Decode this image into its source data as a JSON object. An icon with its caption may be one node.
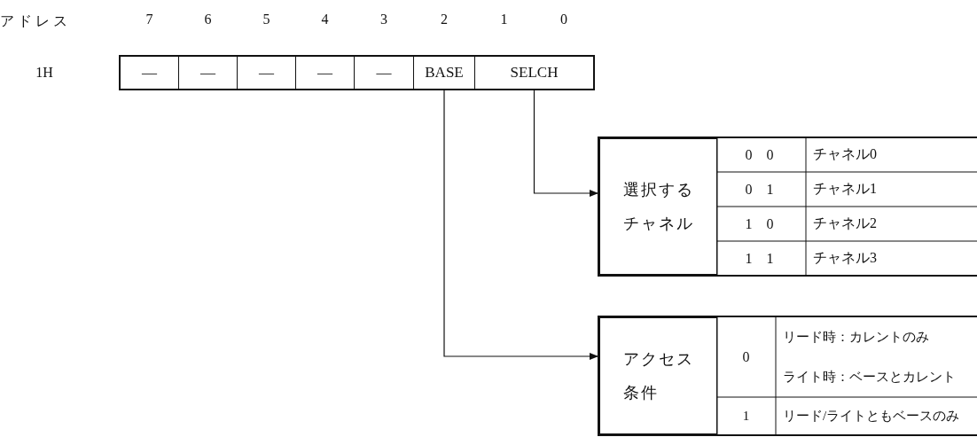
{
  "diagram": {
    "nodes": [
      {
        "text": [
          "—"
        ]
      },
      {
        "text": [
          "—"
        ]
      },
      {
        "text": [
          "—"
        ]
      },
      {
        "text": [
          "—"
        ]
      },
      {
        "text": [
          "—"
        ]
      },
      {
        "text": [
          "BASE"
        ]
      },
      {
        "text": [
          "SELCH"
        ]
      },
      {
        "text": [
          "選択するチャネル"
        ]
      },
      {
        "text": [
          "アクセス条件"
        ]
      }
    ],
    "edges": [
      {
        "from": 6,
        "to": 7,
        "arrow": "to"
      },
      {
        "from": 5,
        "to": 8,
        "arrow": "to"
      }
    ],
    "labels": [
      "アドレス",
      "7",
      "6",
      "5",
      "4",
      "3",
      "2",
      "1",
      "0",
      "1H",
      "0 0",
      "チャネル0",
      "0 1",
      "チャネル1",
      "1 0",
      "チャネル2",
      "1 1",
      "チャネル3",
      "0",
      "リード時：カレントのみ",
      "ライト時：ベースとカレント",
      "1",
      "リード/ライトともベースのみ"
    ]
  }
}
